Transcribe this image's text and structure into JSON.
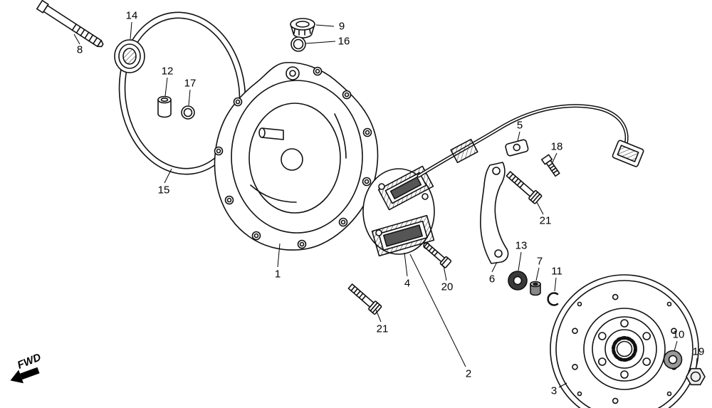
{
  "diagram": {
    "fwd_label": "FWD",
    "background": "#ffffff",
    "line_color": "#111111",
    "callouts": [
      {
        "label": "8"
      },
      {
        "label": "14"
      },
      {
        "label": "12"
      },
      {
        "label": "17"
      },
      {
        "label": "9"
      },
      {
        "label": "16"
      },
      {
        "label": "15"
      },
      {
        "label": "1"
      },
      {
        "label": "5"
      },
      {
        "label": "18"
      },
      {
        "label": "21"
      },
      {
        "label": "13"
      },
      {
        "label": "7"
      },
      {
        "label": "11"
      },
      {
        "label": "6"
      },
      {
        "label": "20"
      },
      {
        "label": "4"
      },
      {
        "label": "21"
      },
      {
        "label": "2"
      },
      {
        "label": "3"
      },
      {
        "label": "10"
      },
      {
        "label": "19"
      }
    ]
  }
}
